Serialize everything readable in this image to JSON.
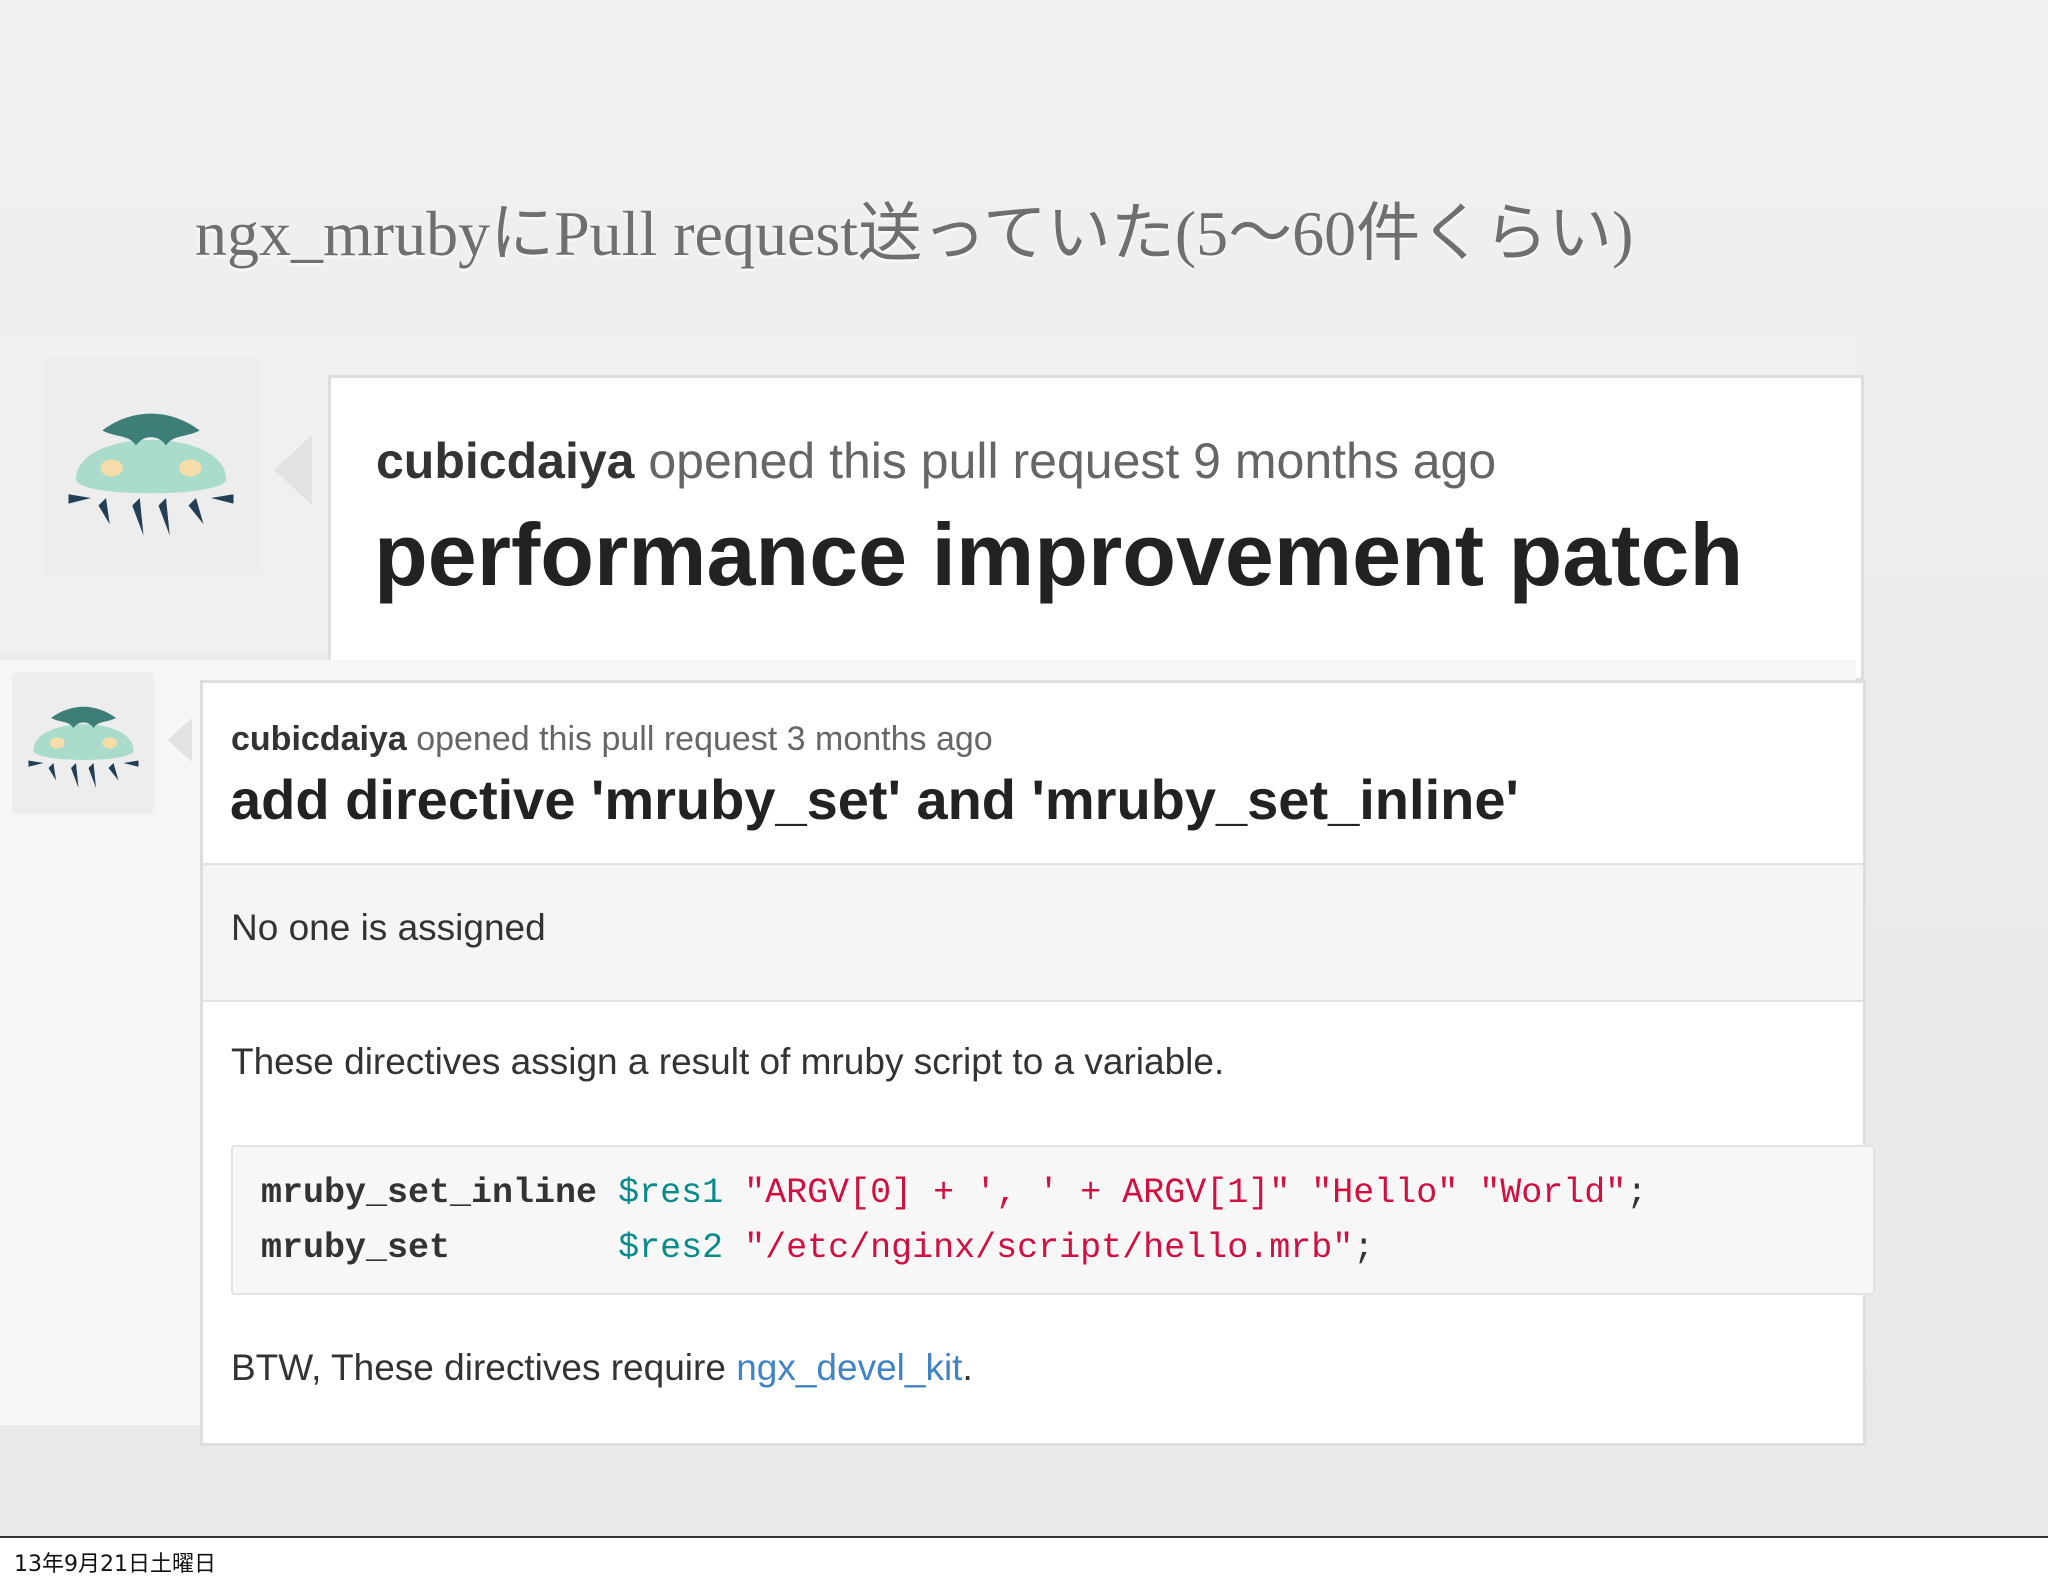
{
  "slide": {
    "title": "ngx_mrubyにPull request送っていた(5〜60件くらい)",
    "footer_date": "13年9月21日土曜日"
  },
  "pr1": {
    "author": "cubicdaiya",
    "meta": "opened this pull request 9 months ago",
    "title": "performance improvement patch"
  },
  "pr2": {
    "author": "cubicdaiya",
    "meta": "opened this pull request 3 months ago",
    "title": "add directive 'mruby_set' and 'mruby_set_inline'",
    "assignee": "No one is assigned",
    "description": "These directives assign a result of mruby script to a variable.",
    "code": {
      "line1": {
        "directive": "mruby_set_inline",
        "pad": " ",
        "variable": "$res1",
        "arg1": "\"ARGV[0] + ', ' + ARGV[1]\"",
        "arg2": "\"Hello\"",
        "arg3": "\"World\"",
        "end": ";"
      },
      "line2": {
        "directive": "mruby_set",
        "pad": "        ",
        "variable": "$res2",
        "arg1": "\"/etc/nginx/script/hello.mrb\"",
        "end": ";"
      }
    },
    "btw_text": "BTW, These directives require ",
    "link_text": "ngx_devel_kit",
    "btw_end": "."
  },
  "colors": {
    "link": "#4183c4",
    "string": "#d01040",
    "variable": "#0a8b8b",
    "avatar_body": "#a9dccb",
    "avatar_cap": "#3e7e79",
    "avatar_cheek": "#f6dca9",
    "avatar_tentacle": "#233f55"
  },
  "icons": {
    "avatar": "jellyfish-avatar-icon"
  }
}
